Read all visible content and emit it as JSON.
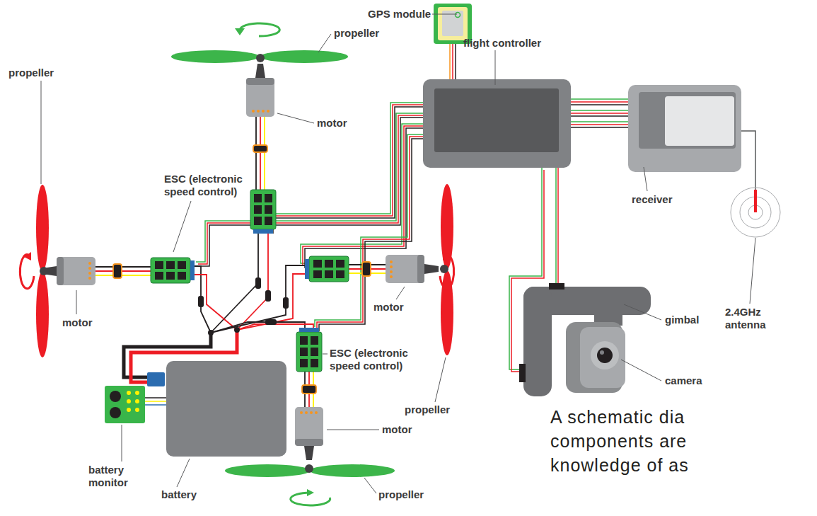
{
  "diagram": {
    "labels": [
      "GPS module",
      "flight controller",
      "propeller",
      "motor",
      "propeller",
      "ESC (electronic speed control)",
      "receiver",
      "motor",
      "motor",
      "2.4GHz antenna",
      "gimbal",
      "ESC (electronic speed control)",
      "camera",
      "propeller",
      "motor",
      "battery monitor",
      "battery",
      "propeller",
      "A schematic dia",
      "components are",
      "knowledge of as"
    ]
  }
}
